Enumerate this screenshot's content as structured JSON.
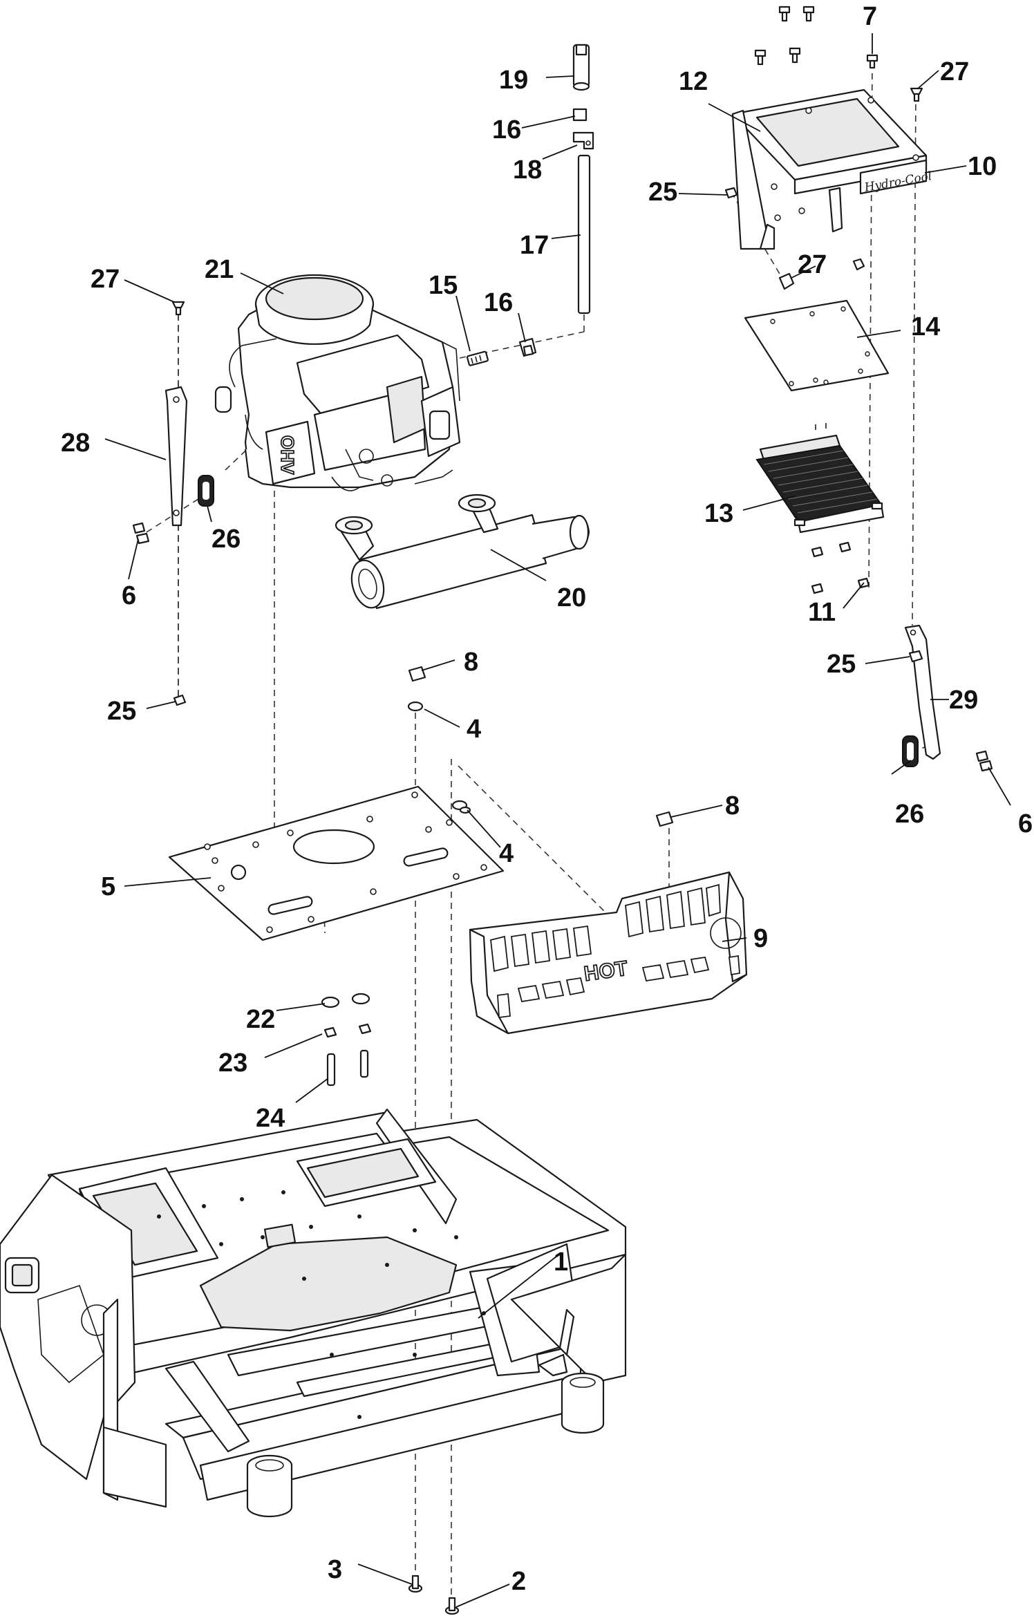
{
  "diagram": {
    "callouts": [
      {
        "id": "c1",
        "label": "1"
      },
      {
        "id": "c2",
        "label": "2"
      },
      {
        "id": "c3",
        "label": "3"
      },
      {
        "id": "c4a",
        "label": "4"
      },
      {
        "id": "c4b",
        "label": "4"
      },
      {
        "id": "c5",
        "label": "5"
      },
      {
        "id": "c6a",
        "label": "6"
      },
      {
        "id": "c6b",
        "label": "6"
      },
      {
        "id": "c7",
        "label": "7"
      },
      {
        "id": "c8a",
        "label": "8"
      },
      {
        "id": "c8b",
        "label": "8"
      },
      {
        "id": "c9",
        "label": "9"
      },
      {
        "id": "c10",
        "label": "10"
      },
      {
        "id": "c11",
        "label": "11"
      },
      {
        "id": "c12",
        "label": "12"
      },
      {
        "id": "c13",
        "label": "13"
      },
      {
        "id": "c14",
        "label": "14"
      },
      {
        "id": "c15",
        "label": "15"
      },
      {
        "id": "c16a",
        "label": "16"
      },
      {
        "id": "c16b",
        "label": "16"
      },
      {
        "id": "c17",
        "label": "17"
      },
      {
        "id": "c18",
        "label": "18"
      },
      {
        "id": "c19",
        "label": "19"
      },
      {
        "id": "c20",
        "label": "20"
      },
      {
        "id": "c21",
        "label": "21"
      },
      {
        "id": "c22",
        "label": "22"
      },
      {
        "id": "c23",
        "label": "23"
      },
      {
        "id": "c24",
        "label": "24"
      },
      {
        "id": "c25a",
        "label": "25"
      },
      {
        "id": "c25b",
        "label": "25"
      },
      {
        "id": "c25c",
        "label": "25"
      },
      {
        "id": "c26a",
        "label": "26"
      },
      {
        "id": "c26b",
        "label": "26"
      },
      {
        "id": "c27a",
        "label": "27"
      },
      {
        "id": "c27b",
        "label": "27"
      },
      {
        "id": "c27c",
        "label": "27"
      },
      {
        "id": "c28",
        "label": "28"
      },
      {
        "id": "c29",
        "label": "29"
      }
    ],
    "engine_stamp": "OHV",
    "heat_shield_stamp": "HOT",
    "cooler_bracket_stamp": "Hydro-Cool"
  }
}
